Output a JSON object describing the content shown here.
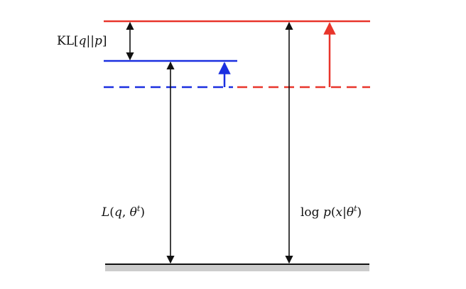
{
  "labels": {
    "kl": {
      "prefix": "KL[",
      "q": "q",
      "sep": "||",
      "p": "p",
      "suffix": "]"
    },
    "lower_bound": {
      "name": "L",
      "open": "(",
      "q": "q",
      "comma": ", ",
      "theta": "θ",
      "sup": "t",
      "close": ")"
    },
    "log_likelihood": {
      "log": "log",
      "p": "p",
      "open": "(",
      "x": "x",
      "bar": "|",
      "theta": "θ",
      "sup": "t",
      "close": ")"
    }
  },
  "colors": {
    "red": "#e8352b",
    "blue": "#1a2fe0",
    "black": "#111111",
    "ground": "#cccccc"
  }
}
